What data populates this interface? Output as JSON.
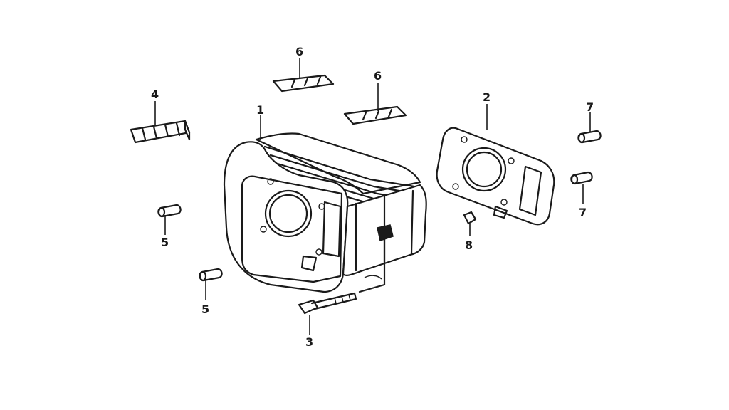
{
  "callouts": {
    "c1": "1",
    "c2": "2",
    "c3": "3",
    "c4": "4",
    "c5a": "5",
    "c5b": "5",
    "c6a": "6",
    "c6b": "6",
    "c7a": "7",
    "c7b": "7",
    "c8": "8"
  },
  "colors": {
    "line": "#1a1a1a",
    "background": "#ffffff"
  }
}
